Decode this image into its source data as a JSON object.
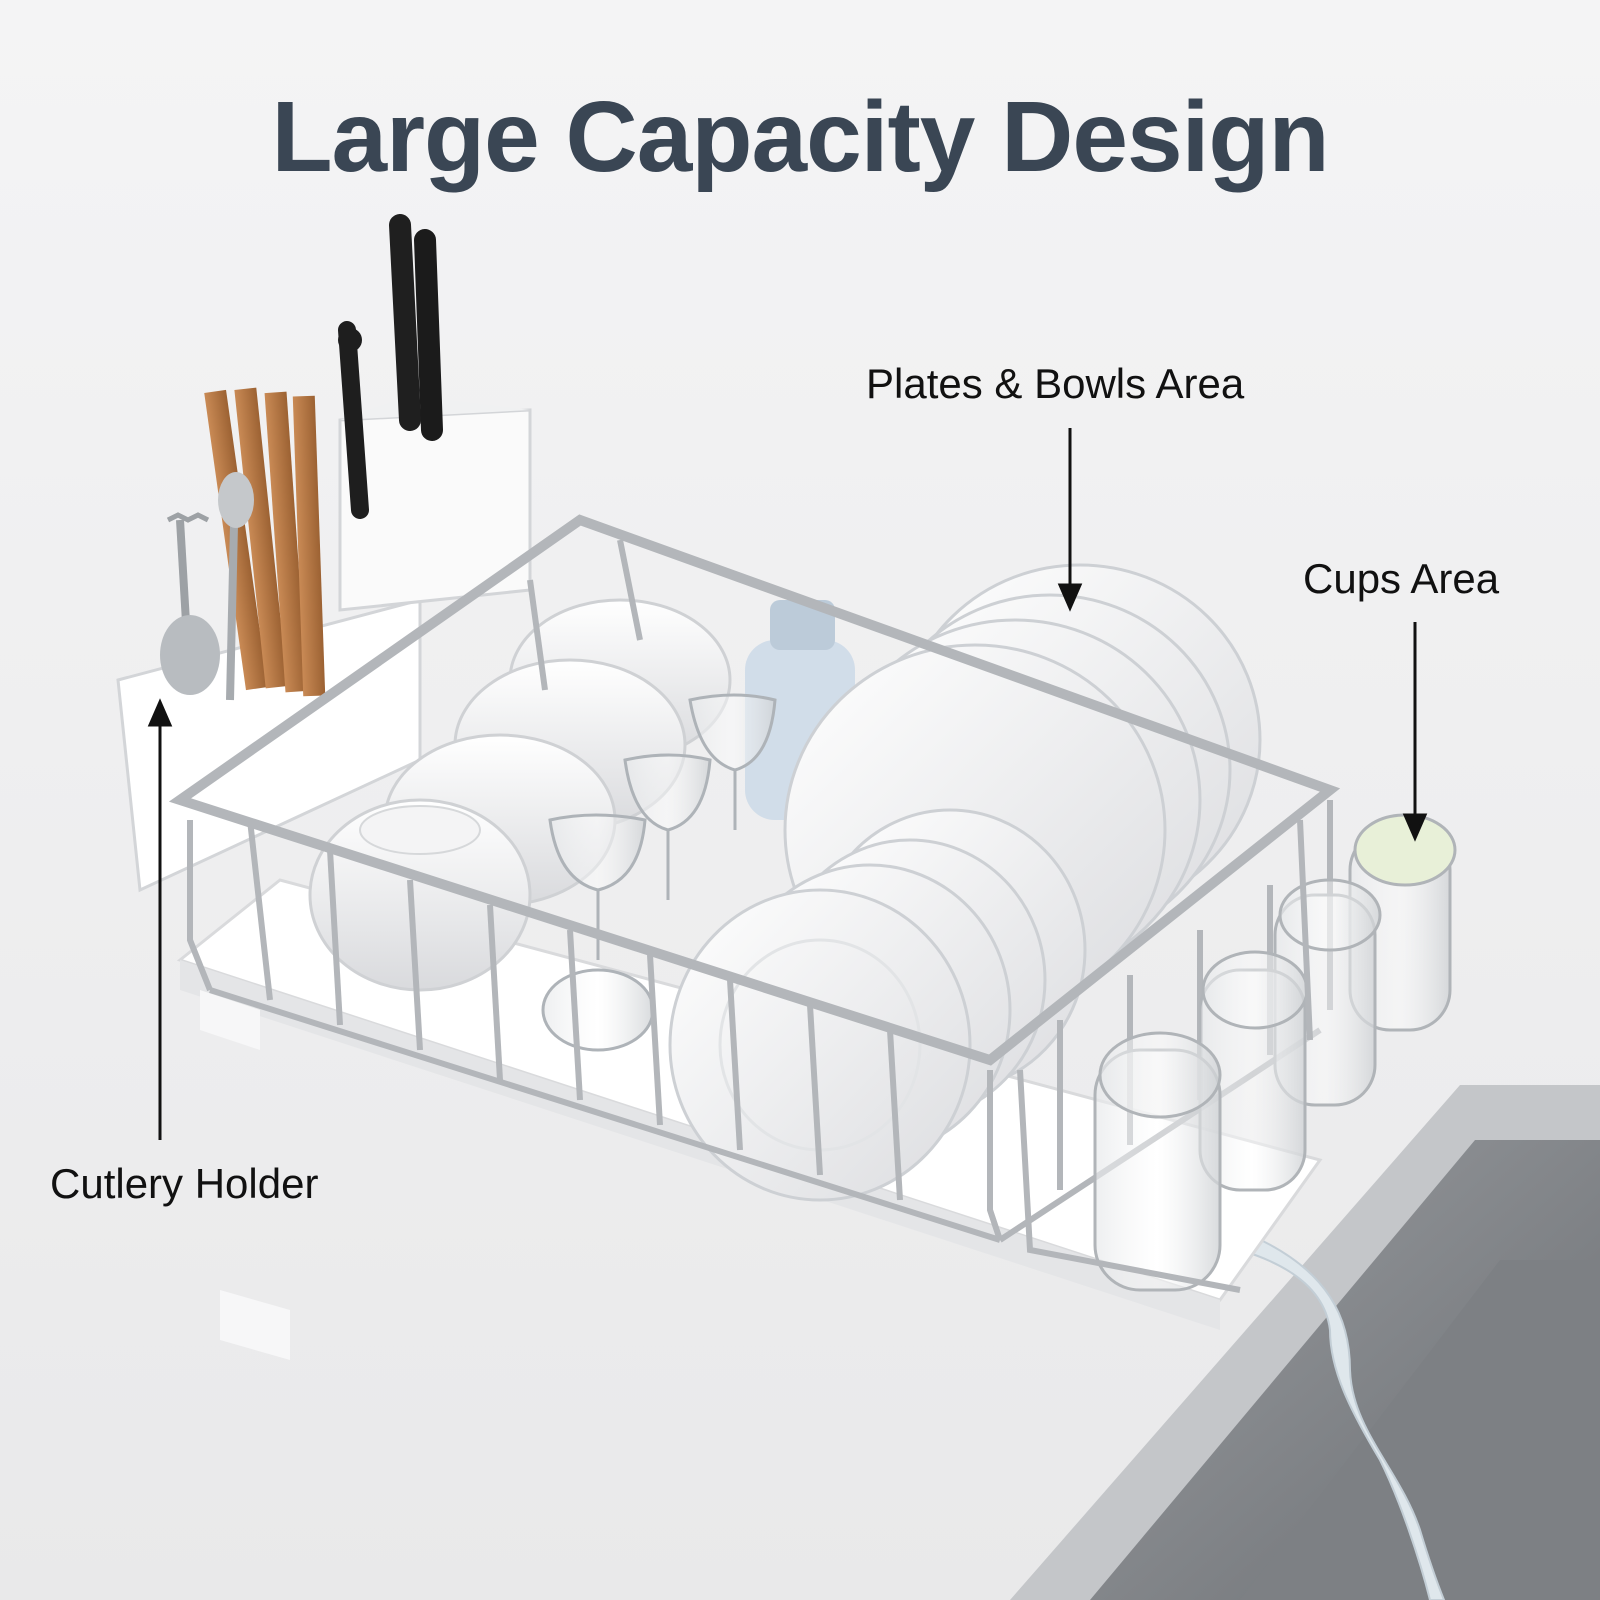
{
  "title": "Large Capacity Design",
  "colors": {
    "title": "#3a4654",
    "background": "#f2f2f3",
    "steel": "#b9bcc0",
    "arrow": "#111111"
  },
  "callouts": {
    "plates": "Plates & Bowls Area",
    "cups": "Cups Area",
    "cutlery": "Cutlery Holder"
  }
}
